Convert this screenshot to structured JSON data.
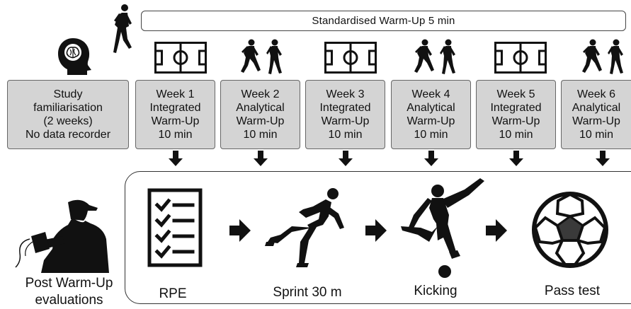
{
  "banner": "Standardised Warm-Up 5 min",
  "familiarisation": {
    "line1": "Study",
    "line2": "familiarisation",
    "line3": "(2 weeks)",
    "line4": "No data recorder"
  },
  "weeks": [
    {
      "week": "Week 1",
      "type": "Integrated",
      "warmup": "Warm-Up",
      "duration": "10 min"
    },
    {
      "week": "Week 2",
      "type": "Analytical",
      "warmup": "Warm-Up",
      "duration": "10 min"
    },
    {
      "week": "Week 3",
      "type": "Integrated",
      "warmup": "Warm-Up",
      "duration": "10 min"
    },
    {
      "week": "Week 4",
      "type": "Analytical",
      "warmup": "Warm-Up",
      "duration": "10 min"
    },
    {
      "week": "Week 5",
      "type": "Integrated",
      "warmup": "Warm-Up",
      "duration": "10 min"
    },
    {
      "week": "Week 6",
      "type": "Analytical",
      "warmup": "Warm-Up",
      "duration": "10 min"
    }
  ],
  "evaluation": {
    "line1": "Post Warm-Up",
    "line2": "evaluations"
  },
  "tests": [
    "RPE",
    "Sprint 30 m",
    "Kicking",
    "Pass test"
  ],
  "colors": {
    "box_fill": "#d4d4d4",
    "silhouette": "#111111",
    "ball_dark": "#333333"
  }
}
